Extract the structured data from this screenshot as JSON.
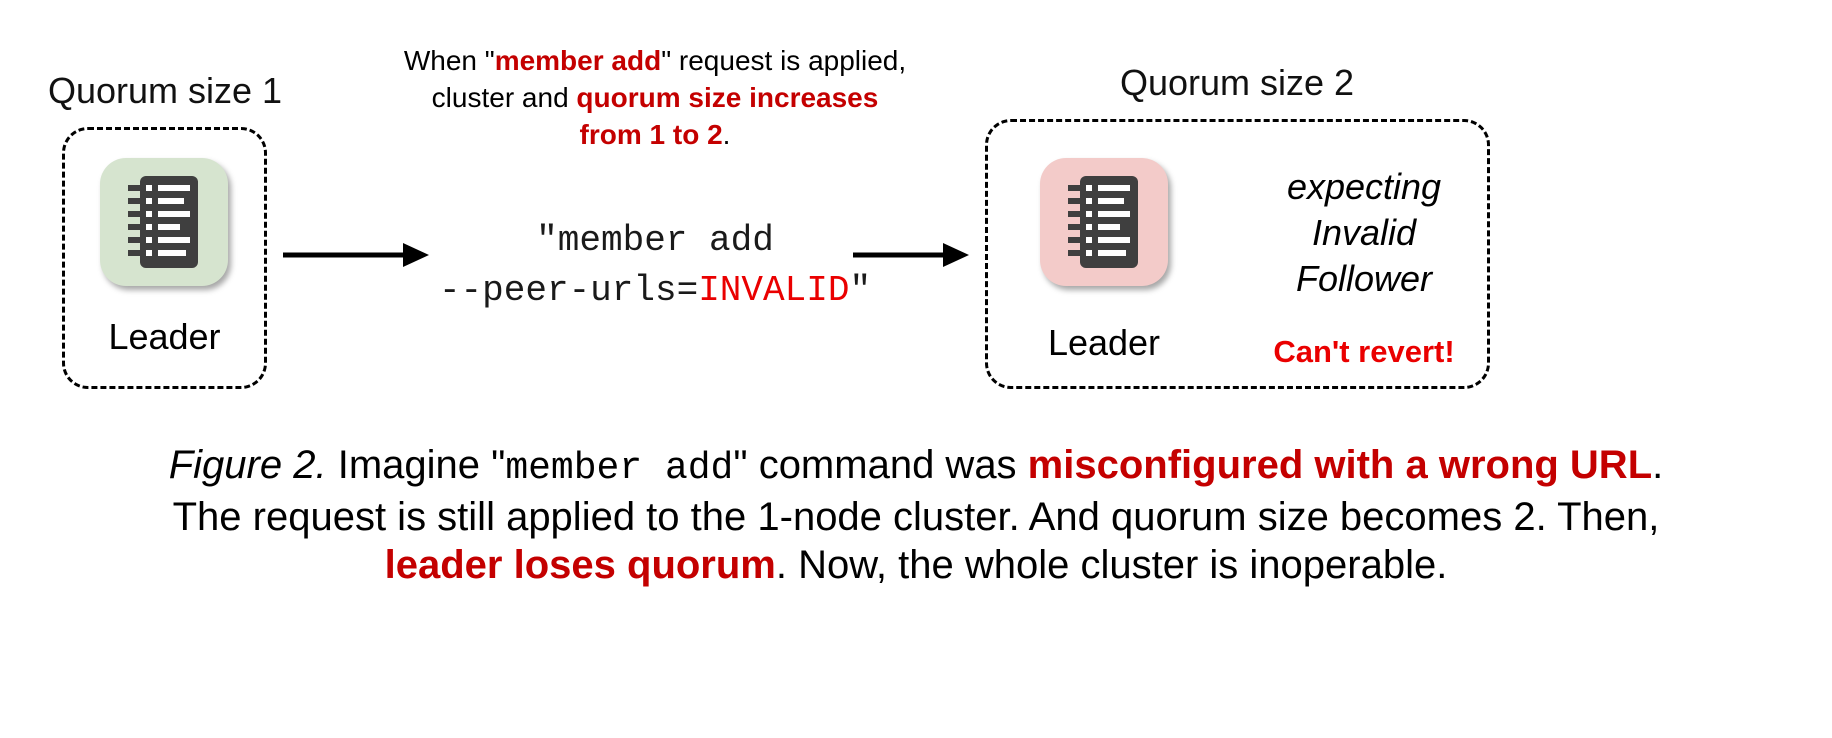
{
  "colors": {
    "red": "#c40000",
    "bright_red": "#ea0000",
    "green_icon_bg": "#d6e4cf",
    "pink_icon_bg": "#f3cbc9",
    "icon_dark": "#3f3f3f"
  },
  "left_cluster": {
    "title": "Quorum size 1",
    "node_label": "Leader"
  },
  "right_cluster": {
    "title": "Quorum size 2",
    "node_label": "Leader",
    "expecting": [
      "expecting",
      "Invalid",
      "Follower"
    ],
    "cant_revert": "Can't revert!"
  },
  "top_note": {
    "line1_pre": "When \"",
    "line1_em": "member add",
    "line1_post": "\" request is applied,",
    "line2_pre": "cluster and ",
    "line2_em": "quorum size increases",
    "line3_em": "from 1 to 2",
    "line3_post": "."
  },
  "command": {
    "line1": "\"member add",
    "line2_pre": "--peer-urls=",
    "line2_em": "INVALID",
    "line2_post": "\""
  },
  "caption": {
    "figure_label": "Figure 2.",
    "line1_a": " Imagine \"",
    "line1_code": "member add",
    "line1_b": "\" command was ",
    "line1_em": "misconfigured with a wrong URL",
    "line1_c": ".",
    "line2": "The request is still applied to the 1-node cluster. And quorum size becomes 2. Then,",
    "line3_em": "leader loses quorum",
    "line3_post": ". Now, the whole cluster is inoperable."
  }
}
